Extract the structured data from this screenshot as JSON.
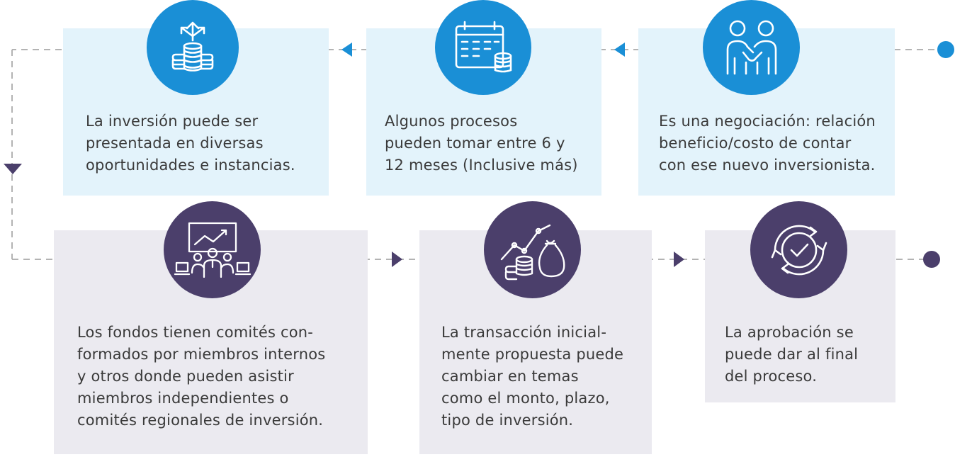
{
  "colors": {
    "light_blue": "#e3f3fb",
    "light_gray": "#ebeaf0",
    "blue": "#1a8fd6",
    "purple": "#4b3f6b",
    "connector": "#b3b3b3",
    "text": "#3a3a3a"
  },
  "steps_top": [
    {
      "icon": "handshake-icon",
      "text": "Es una negociación: relación\nbeneficio/costo de contar\ncon ese nuevo inversionista."
    },
    {
      "icon": "calendar-coins-icon",
      "text": "Algunos procesos\npueden tomar entre 6 y\n12 meses (Inclusive más)"
    },
    {
      "icon": "coins-arrows-icon",
      "text": "La inversión puede ser\npresentada en diversas\noportunidades e instancias."
    }
  ],
  "steps_bottom": [
    {
      "icon": "committee-meeting-icon",
      "text": "Los fondos tienen comités con-\nformados por miembros internos\ny otros donde pueden asistir\nmiembros independientes o\ncomités regionales de inversión."
    },
    {
      "icon": "growth-money-bag-icon",
      "text": "La transacción inicial-\nmente propuesta puede\ncambiar en temas\ncomo el monto, plazo,\ntipo de inversión."
    },
    {
      "icon": "approval-check-icon",
      "text": "La aprobación se\npuede dar al final\ndel proceso."
    }
  ]
}
